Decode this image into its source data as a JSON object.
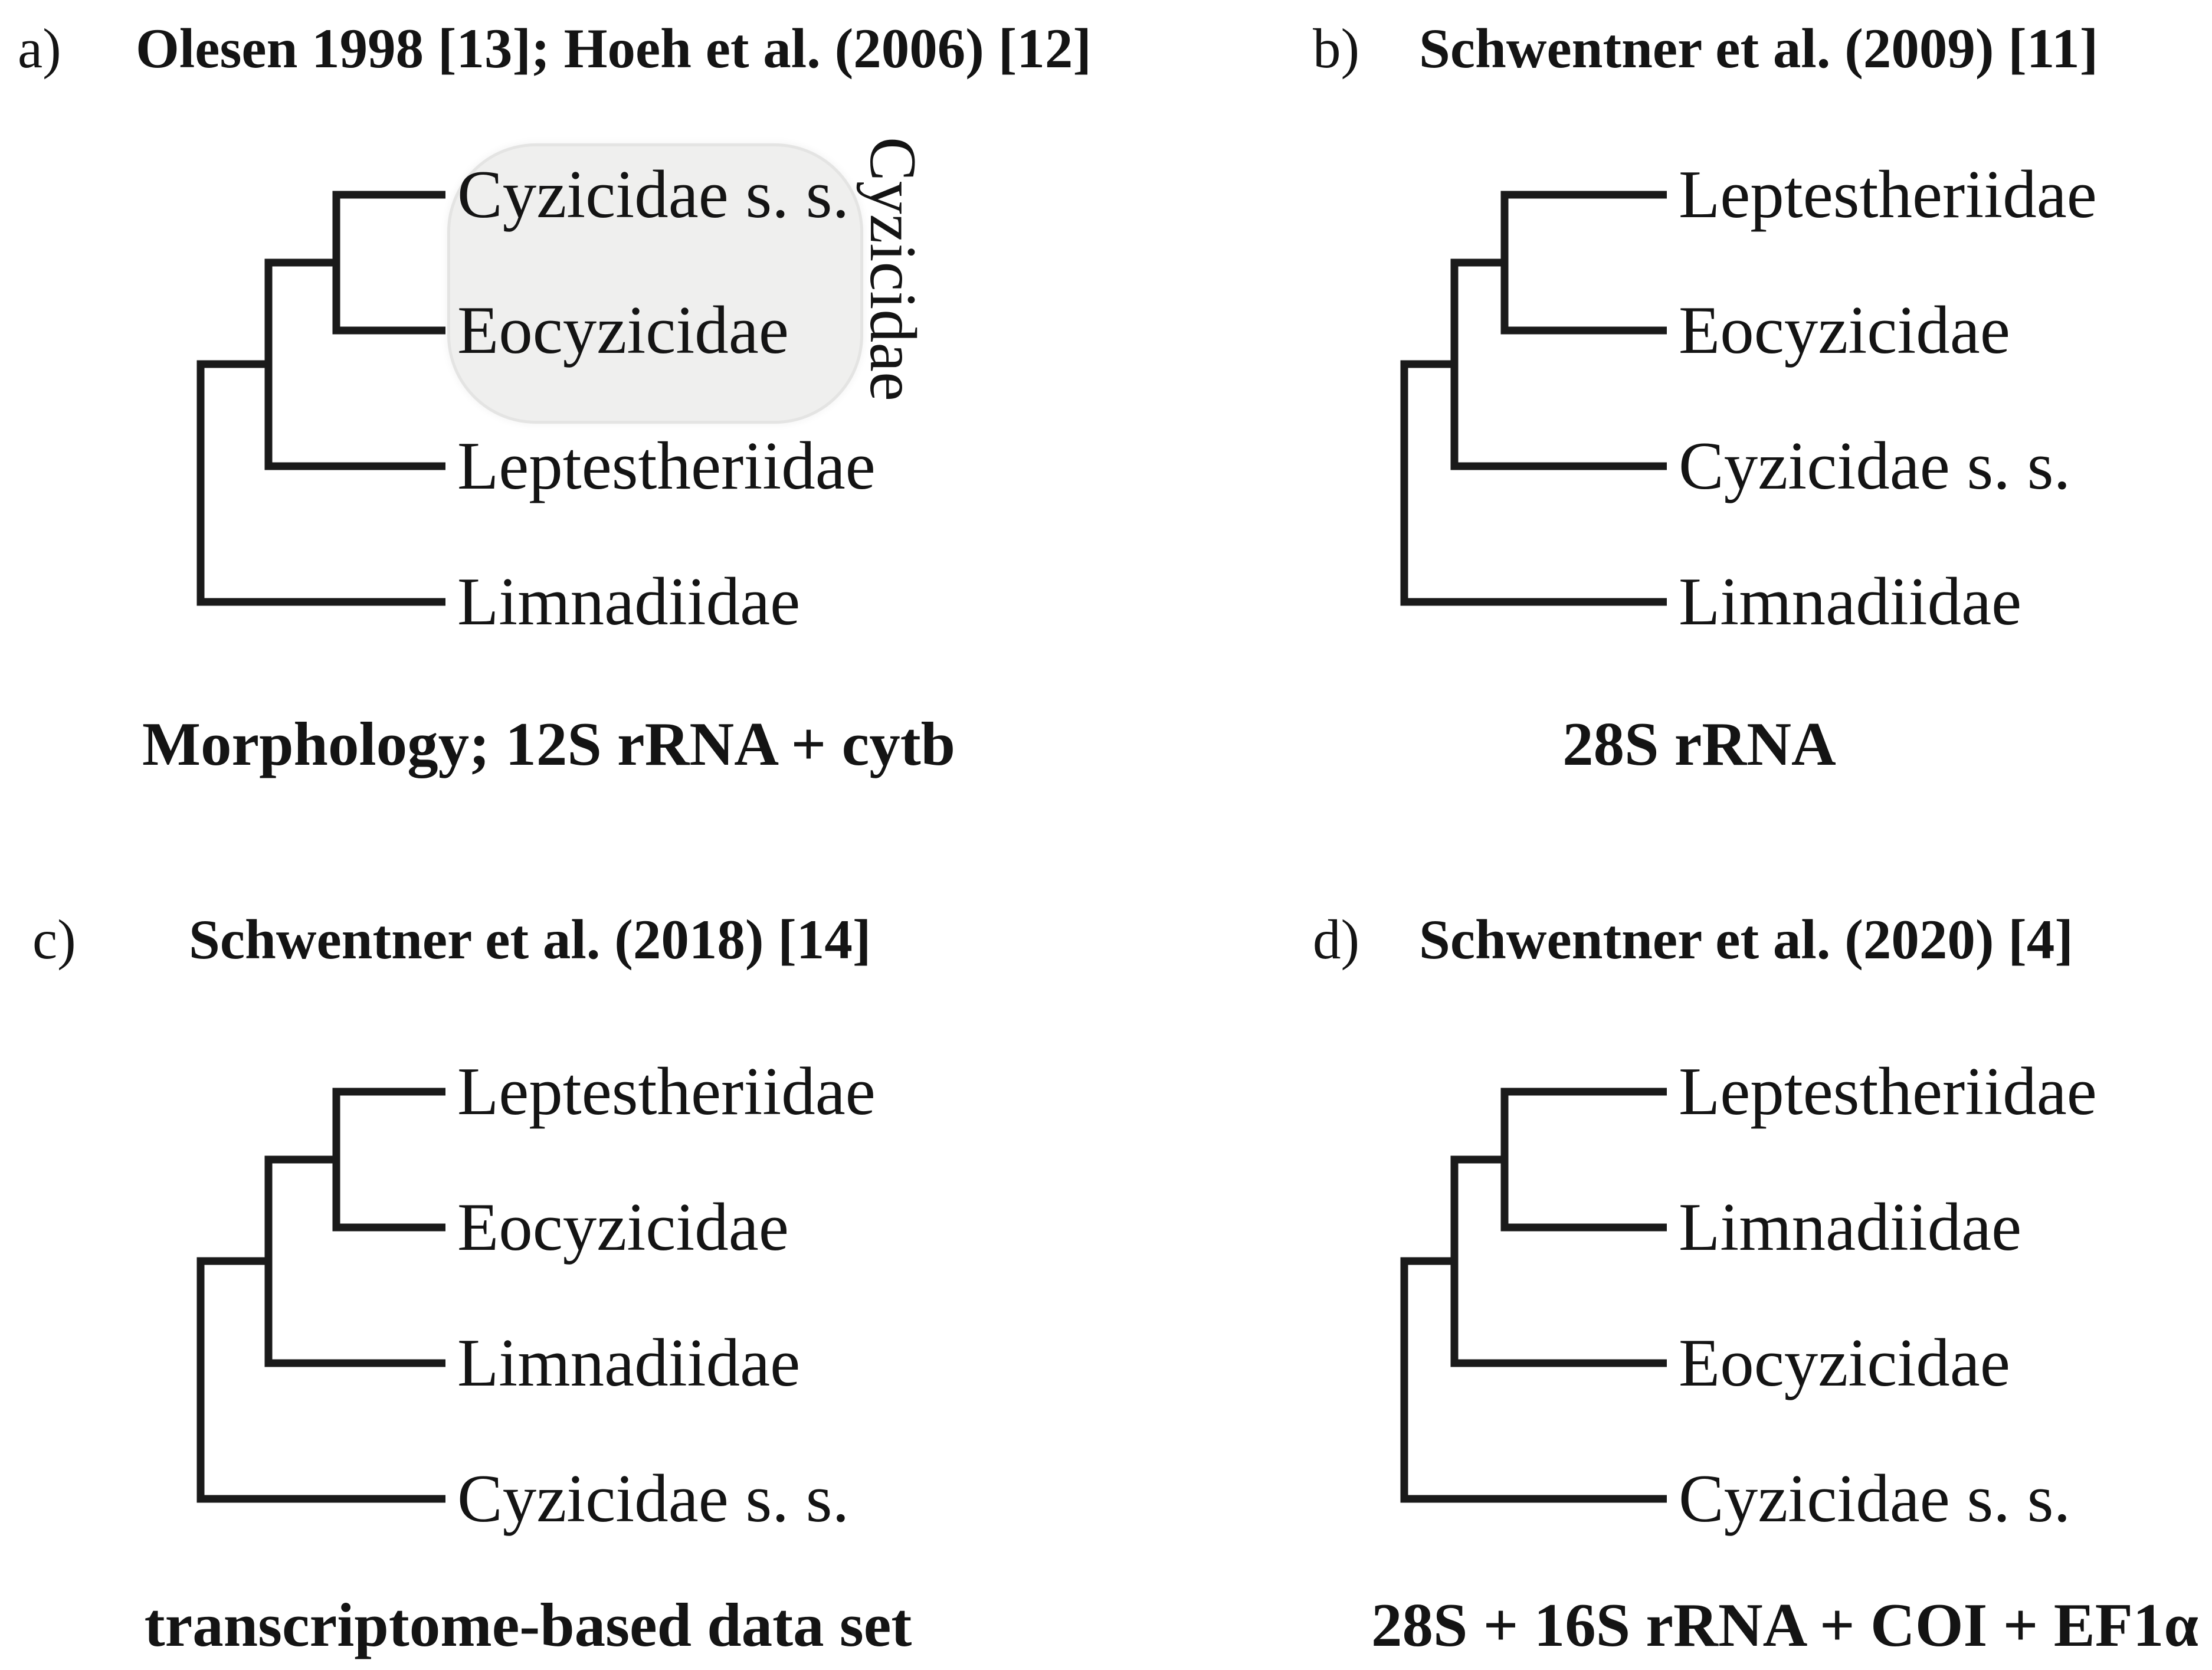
{
  "figure": {
    "background": "#ffffff",
    "line_color": "#1a1a1a",
    "text_color": "#141414",
    "highlight": {
      "fill": "#efefee",
      "edge": "#e4e4e3",
      "label": "Cyzicidae"
    },
    "panels": [
      {
        "id": "a",
        "label": "a)",
        "title": "Olesen 1998 [13]; Hoeh et al. (2006) [12]",
        "tips": [
          "Cyzicidae s. s.",
          "Eocyzicidae",
          "Leptestheriidae",
          "Limnadiidae"
        ],
        "topology": "(((Cyzicidae s. s., Eocyzicidae), Leptestheriidae), Limnadiidae)",
        "clade_highlight": "Cyzicidae",
        "caption": "Morphology; 12S rRNA + cytb"
      },
      {
        "id": "b",
        "label": "b)",
        "title": "Schwentner et al. (2009) [11]",
        "tips": [
          "Leptestheriidae",
          "Eocyzicidae",
          "Cyzicidae s. s.",
          "Limnadiidae"
        ],
        "topology": "(((Leptestheriidae, Eocyzicidae), Cyzicidae s. s.), Limnadiidae)",
        "caption": "28S rRNA"
      },
      {
        "id": "c",
        "label": "c)",
        "title": "Schwentner et al. (2018) [14]",
        "tips": [
          "Leptestheriidae",
          "Eocyzicidae",
          "Limnadiidae",
          "Cyzicidae s. s."
        ],
        "topology": "(((Leptestheriidae, Eocyzicidae), Limnadiidae), Cyzicidae s. s.)",
        "caption": "transcriptome-based data set"
      },
      {
        "id": "d",
        "label": "d)",
        "title": "Schwentner et al. (2020) [4]",
        "tips": [
          "Leptestheriidae",
          "Limnadiidae",
          "Eocyzicidae",
          "Cyzicidae s. s."
        ],
        "topology": "(((Leptestheriidae, Limnadiidae), Eocyzicidae), Cyzicidae s. s.)",
        "caption": "28S + 16S rRNA + COI + EF1α"
      }
    ]
  }
}
